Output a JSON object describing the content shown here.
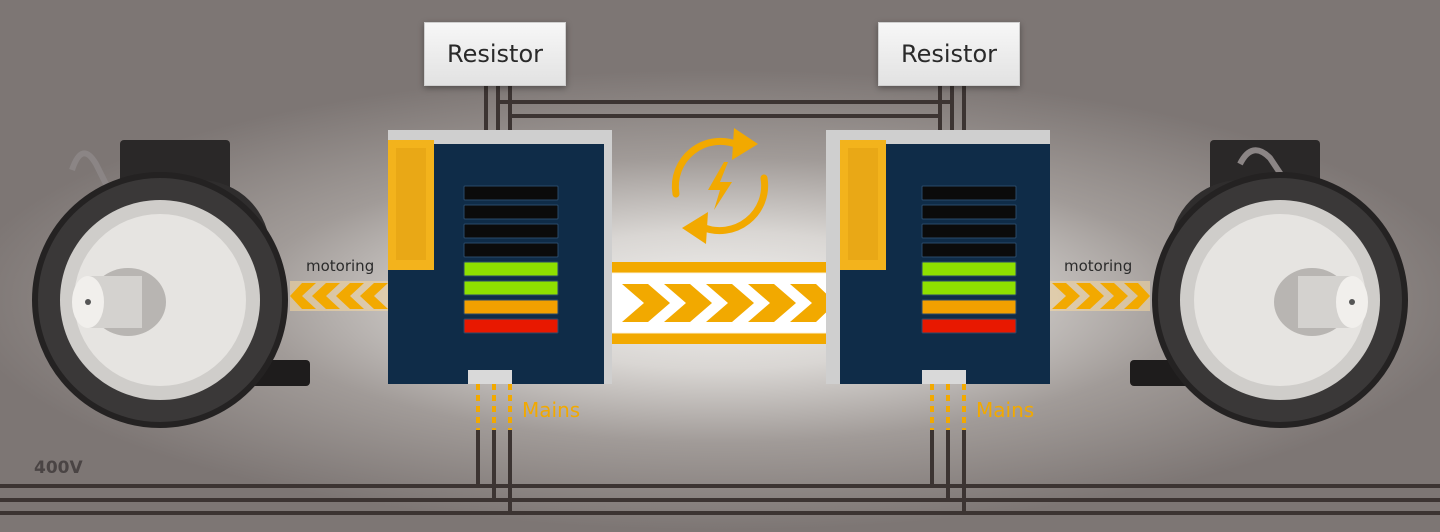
{
  "resistors": [
    {
      "label": "Resistor"
    },
    {
      "label": "Resistor"
    }
  ],
  "left_flow": {
    "label": "motoring"
  },
  "right_flow": {
    "label": "motoring"
  },
  "mains": [
    {
      "label": "Mains"
    },
    {
      "label": "Mains"
    }
  ],
  "supply": {
    "label": "400V"
  },
  "drives": {
    "led_levels": [
      "off",
      "off",
      "off",
      "off",
      "green",
      "green",
      "orange",
      "red"
    ],
    "colors": {
      "off": "#0b0b0b",
      "green": "#8ee000",
      "orange": "#f2a000",
      "red": "#e81800",
      "chassis": "#0f2c48",
      "control_panel": "#f3b31c"
    }
  },
  "accent_color": "#f2a900",
  "cable_color": "#3c3432",
  "icons": {
    "exchange": "energy-exchange-icon",
    "motor": "electric-motor"
  }
}
